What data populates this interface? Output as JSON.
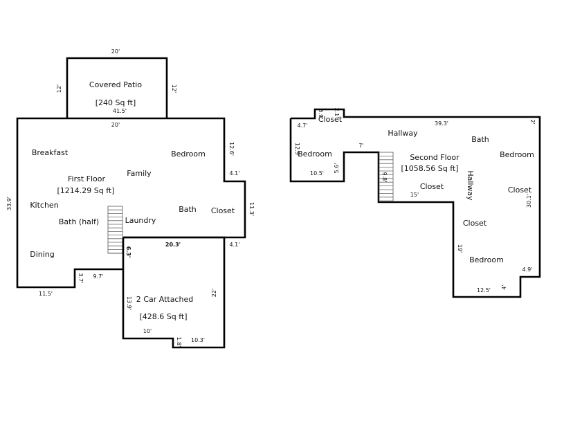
{
  "floor_plan": {
    "first_floor": {
      "title": "First Floor",
      "area": "[1214.29 Sq ft]",
      "rooms": {
        "breakfast": "Breakfast",
        "bedroom": "Bedroom",
        "family": "Family",
        "kitchen": "Kitchen",
        "bath": "Bath",
        "closet": "Closet",
        "bath_half": "Bath (half)",
        "laundry": "Laundry",
        "dining": "Dining"
      },
      "dimensions": {
        "top_width": "20'",
        "depth_left": "33.9'",
        "right_upper": "12.6'",
        "notch_top": "4.1'",
        "notch_height": "11.3'",
        "notch_bottom": "4.1'",
        "bottom_left": "11.5'",
        "step_height": "3.7'",
        "step_width": "9.7'"
      }
    },
    "covered_patio": {
      "title": "Covered Patio",
      "area": "[240 Sq ft]",
      "dimensions": {
        "width_top": "20'",
        "left": "12'",
        "right": "12'",
        "bottom": "41.5'"
      }
    },
    "garage": {
      "title": "2 Car Attached",
      "area": "[428.6 Sq ft]",
      "dimensions": {
        "top": "20.3'",
        "left_upper": "6.3'",
        "left": "13.9'",
        "right": "22'",
        "bottom_left": "10'",
        "step": "1.8'",
        "bottom_right": "10.3'"
      }
    },
    "second_floor": {
      "title": "Second Floor",
      "area": "[1058.56 Sq ft]",
      "rooms": {
        "closet_top": "Closet",
        "hallway_top": "Hallway",
        "bath": "Bath",
        "bedroom_left": "Bedroom",
        "bedroom_right": "Bedroom",
        "hallway_vertical": "Hallway",
        "closet_mid": "Closet",
        "closet_right": "Closet",
        "closet_lower": "Closet",
        "bedroom_bottom": "Bedroom"
      },
      "dimensions": {
        "bump_a": "6.9'",
        "bump_b": "2.1'",
        "top_left": "4.7'",
        "top_width": "39.3'",
        "top_right": "2'",
        "left_height": "12.9'",
        "left_bottom": "10.5'",
        "inner_vertical": "5.6'",
        "inner_width": "7'",
        "stair_height": "9.8'",
        "mid_width": "15'",
        "right_height": "30.1'",
        "lower_vertical": "19'",
        "step_width": "4.9'",
        "bottom_width": "12.5'",
        "step_height": "4'"
      }
    }
  }
}
